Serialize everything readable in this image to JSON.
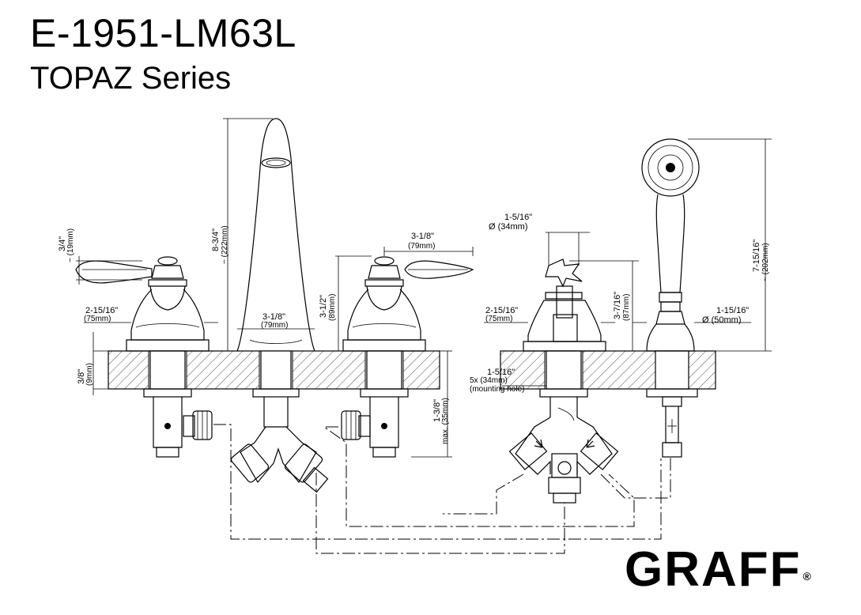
{
  "header": {
    "model": "E-1951-LM63L",
    "series": "TOPAZ Series"
  },
  "brand": {
    "logo_text": "GRAFF",
    "registered_mark": "®"
  },
  "dimensions": {
    "handle_height": {
      "in": "3/4\"",
      "mm": "~ (19mm)"
    },
    "spout_height": {
      "in": "8-3/4\"",
      "mm": "~ (222mm)"
    },
    "valve_height": {
      "in": "3-1/2\"",
      "mm": "(89mm)"
    },
    "handle_reach": {
      "in": "3-1/8\"",
      "mm": "(79mm)"
    },
    "spout_base": {
      "in": "3-1/8\"",
      "mm": "(79mm)"
    },
    "valve_base": {
      "in": "2-15/16\"",
      "mm": "(75mm)"
    },
    "deck_thickness": {
      "in": "3/8\"",
      "mm": "(9mm)"
    },
    "max_deck": {
      "in": "1-3/8\"",
      "mm": "max. (35mm)"
    },
    "diverter_handle_dia": {
      "in": "1-5/16\"",
      "mm": "Ø (34mm)"
    },
    "diverter_base": {
      "in": "2-15/16\"",
      "mm": "(75mm)"
    },
    "diverter_height": {
      "in": "3-7/16\"",
      "mm": "(87mm)"
    },
    "mounting_hole": {
      "in": "1-5/16\"",
      "mm": "5x (34mm)",
      "note": "(mounting hole)"
    },
    "handshower_base": {
      "in": "1-15/16\"",
      "mm": "Ø (50mm)"
    },
    "handshower_height": {
      "in": "7-15/16\"",
      "mm": "~ (202mm)"
    }
  },
  "colors": {
    "line": "#000000",
    "background": "#ffffff"
  }
}
